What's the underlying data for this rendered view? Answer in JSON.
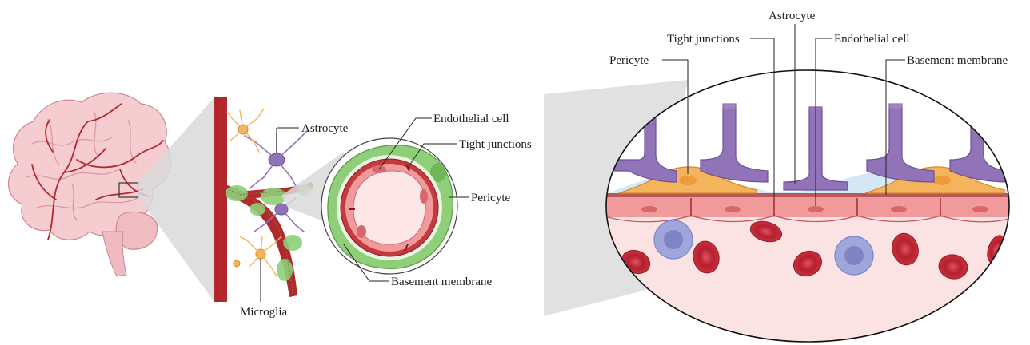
{
  "panels": {
    "brain": {
      "labels": []
    },
    "vessel": {
      "labels": {
        "astrocyte": "Astrocyte",
        "microglia": "Microglia"
      }
    },
    "cross_section": {
      "labels": {
        "endothelial_cell": "Endothelial cell",
        "tight_junctions": "Tight junctions",
        "pericyte": "Pericyte",
        "basement_membrane": "Basement membrane"
      }
    },
    "magnified": {
      "labels": {
        "astrocyte": "Astrocyte",
        "tight_junctions": "Tight junctions",
        "endothelial_cell": "Endothelial cell",
        "pericyte": "Pericyte",
        "basement_membrane": "Basement membrane"
      }
    }
  },
  "colors": {
    "vessel": "#b3282d",
    "brain": "#f3c6c8",
    "astrocyte": "#9173b8",
    "pericyte_green": "#8fcf7a",
    "pericyte_orange": "#f4b45c",
    "endothelium": "#f19a9c",
    "red_blood_cell": "#c52a3a",
    "white_blood_cell": "#9fa6dc"
  }
}
